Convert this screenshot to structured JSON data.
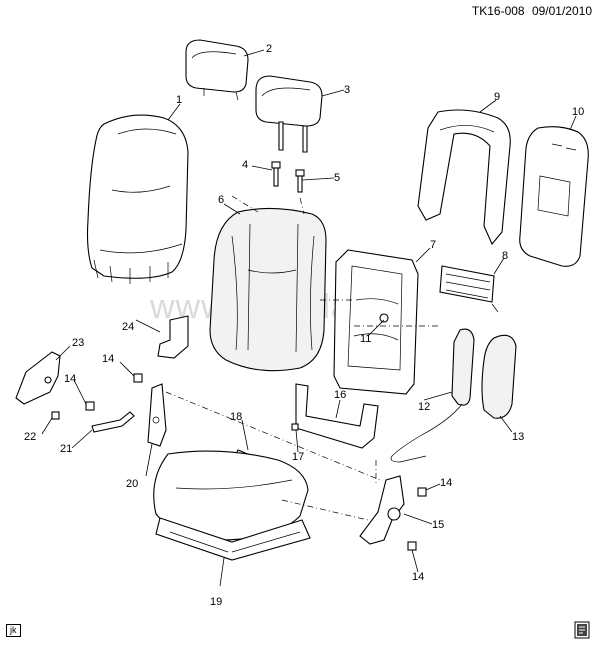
{
  "header": {
    "code": "TK16-008",
    "date": "09/01/2010"
  },
  "watermark": "www.gmshlaq.ru",
  "footer": {
    "tag": "jk"
  },
  "callouts": {
    "c1": "1",
    "c2": "2",
    "c3": "3",
    "c4": "4",
    "c5": "5",
    "c6": "6",
    "c7": "7",
    "c8": "8",
    "c9": "9",
    "c10": "10",
    "c11": "11",
    "c12": "12",
    "c13": "13",
    "c14a": "14",
    "c14b": "14",
    "c14c": "14",
    "c14d": "14",
    "c15": "15",
    "c16": "16",
    "c17": "17",
    "c18": "18",
    "c19": "19",
    "c20": "20",
    "c21": "21",
    "c22": "22",
    "c23": "23",
    "c24": "24"
  },
  "icons": {
    "book": "book-icon"
  }
}
